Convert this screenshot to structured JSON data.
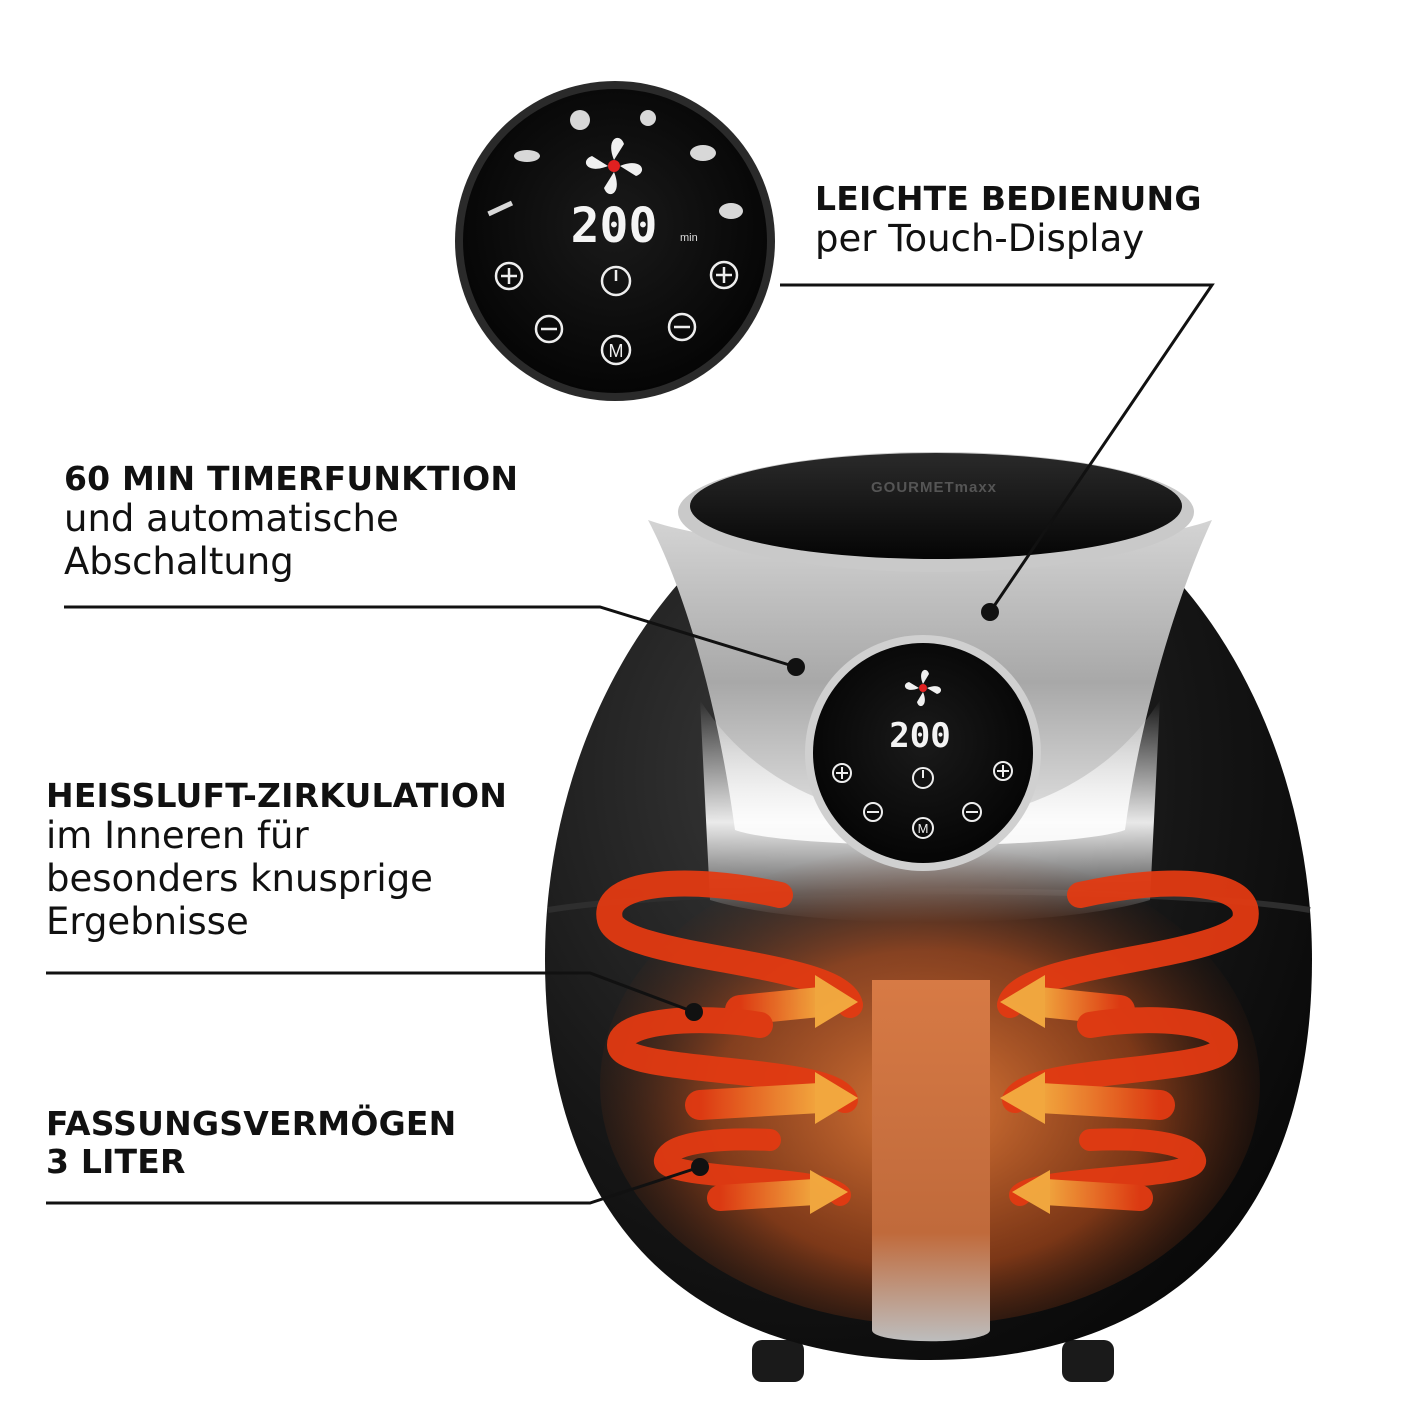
{
  "callouts": {
    "touch": {
      "head": "LEICHTE BEDIENUNG",
      "body": "per Touch-Display"
    },
    "timer": {
      "head": "60 MIN TIMERFUNKTION",
      "body1": "und automatische",
      "body2": "Abschaltung"
    },
    "air": {
      "head": "HEISSLUFT-ZIRKULATION",
      "body1": "im Inneren für",
      "body2": "besonders knusprige",
      "body3": "Ergebnisse"
    },
    "capacity": {
      "head": "FASSUNGSVERMÖGEN",
      "head2": "3 LITER"
    }
  },
  "device": {
    "brand": "GOURMETmaxx",
    "display_value": "200",
    "display_unit": "min",
    "menu_key": "M"
  },
  "icons": [
    "fan-icon",
    "power-icon",
    "menu-icon",
    "time-plus-icon",
    "time-minus-icon",
    "temp-plus-icon",
    "temp-minus-icon",
    "food-preset-icons",
    "heat-airflow-arrows"
  ],
  "colors": {
    "body": "#141414",
    "silver": "#b8b8b8",
    "heat": "#e8491d",
    "arrow": "#f4a63c",
    "led": "#f4f4f4",
    "fan_center": "#e02020"
  }
}
